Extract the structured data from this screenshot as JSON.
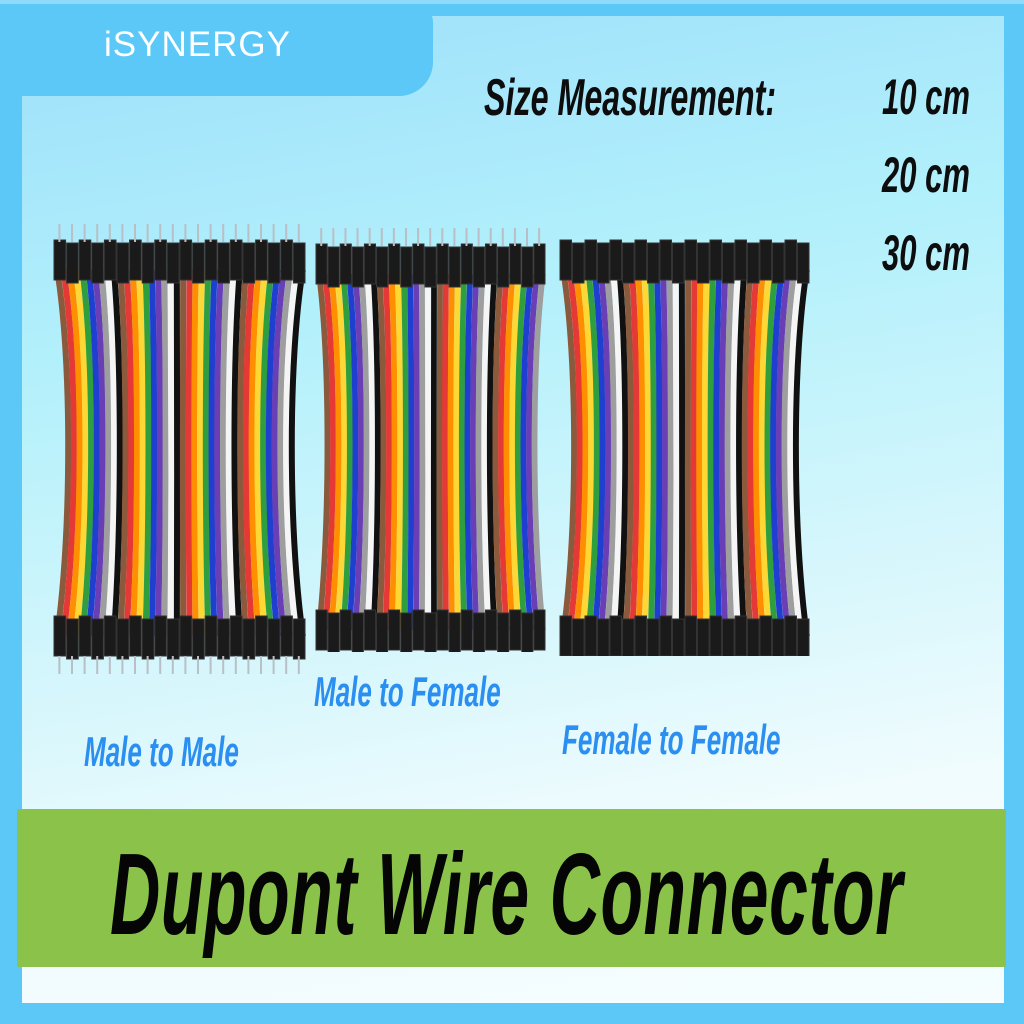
{
  "brand": {
    "name": "iSYNERGY",
    "color": "#5BC8F8"
  },
  "size_measurement": {
    "label": "Size Measurement:",
    "values": [
      "10 cm",
      "20 cm",
      "30 cm"
    ]
  },
  "products": [
    {
      "label": "Male to Male",
      "type": "male-male"
    },
    {
      "label": "Male to Female",
      "type": "male-female"
    },
    {
      "label": "Female to Female",
      "type": "female-female"
    }
  ],
  "banner": {
    "title": "Dupont Wire Connector",
    "color": "#8BC34A"
  },
  "wire_colors": [
    "#8B5A3C",
    "#E53935",
    "#FF8F00",
    "#FDD835",
    "#2E9E3E",
    "#1E3FD0",
    "#6A3FB5",
    "#9E9E9E",
    "#F5F5F5",
    "#111111"
  ]
}
